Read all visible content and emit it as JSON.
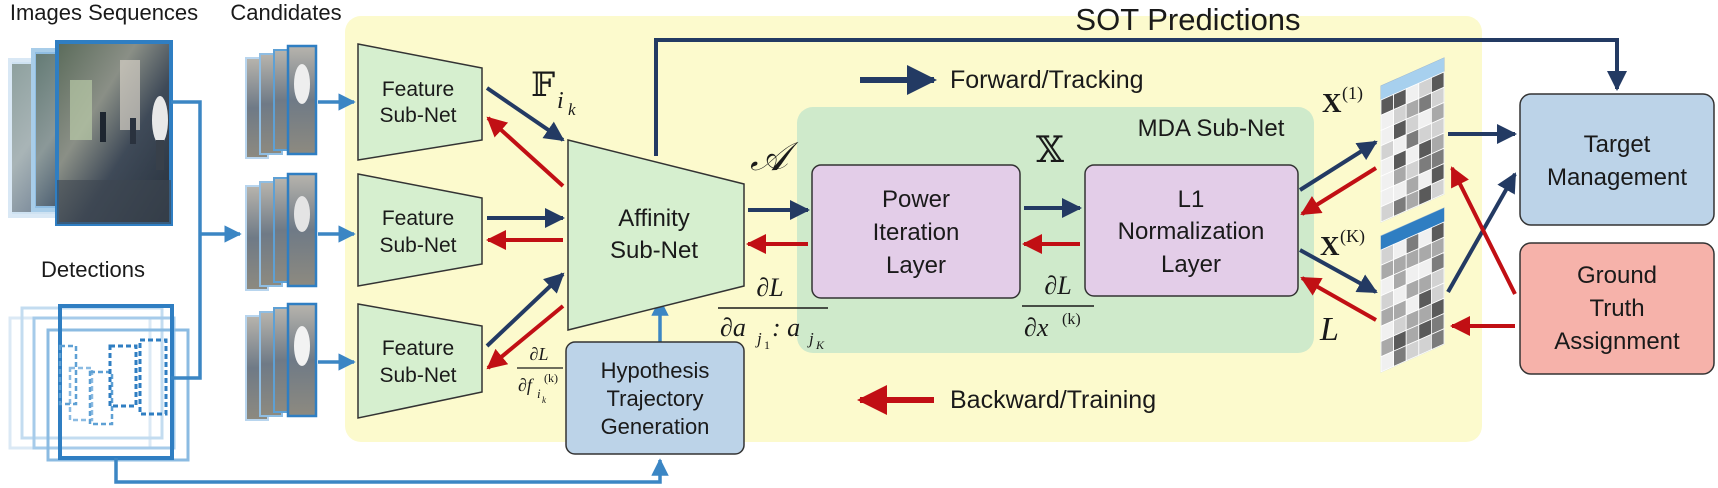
{
  "labels": {
    "images_sequences": "Images Sequences",
    "candidates": "Candidates",
    "detections": "Detections",
    "sot_predictions": "SOT Predictions",
    "forward": "Forward/Tracking",
    "backward": "Backward/Training",
    "mda_subnet": "MDA Sub-Net"
  },
  "nodes": {
    "feature_line1": "Feature",
    "feature_line2": "Sub-Net",
    "affinity": [
      "Affinity",
      "Sub-Net"
    ],
    "power": [
      "Power",
      "Iteration",
      "Layer"
    ],
    "l1": [
      "L1",
      "Normalization",
      "Layer"
    ],
    "hypothesis": [
      "Hypothesis",
      "Trajectory",
      "Generation"
    ],
    "target": [
      "Target",
      "Management"
    ],
    "ground_truth": [
      "Ground",
      "Truth",
      "Assignment"
    ]
  },
  "math": {
    "f_ik": "𝔽",
    "f_ik_sub": "i",
    "f_ik_subsub": "k",
    "A": "𝒜",
    "X": "𝕏",
    "X1": "X",
    "X1_sup": "(1)",
    "XK": "X",
    "XK_sup": "(K)",
    "L": "L",
    "dL_num": "∂L",
    "dL_da_den": "∂a",
    "dL_da_j1": "j",
    "dL_da_1": "1",
    "dL_da_colon": ": a",
    "dL_da_jK": "j",
    "dL_da_K": "K",
    "dL_dx_den": "∂x",
    "dL_dx_sup": "(k)",
    "dL_df_num": "∂L",
    "dL_df_den": "∂f",
    "dL_df_sub": "i",
    "dL_df_subsub": "k",
    "dL_df_sup": "(k)"
  },
  "colors": {
    "yellow_panel": "#fcfacd",
    "green_panel": "#cfeacb",
    "green_node": "#d6efcf",
    "purple_node": "#e3cde8",
    "blue_node": "#bcd3e8",
    "red_node": "#f6b2aa",
    "forward_arrow": "#233a63",
    "backward_arrow": "#c10f14",
    "link_blue": "#3b86c4"
  }
}
